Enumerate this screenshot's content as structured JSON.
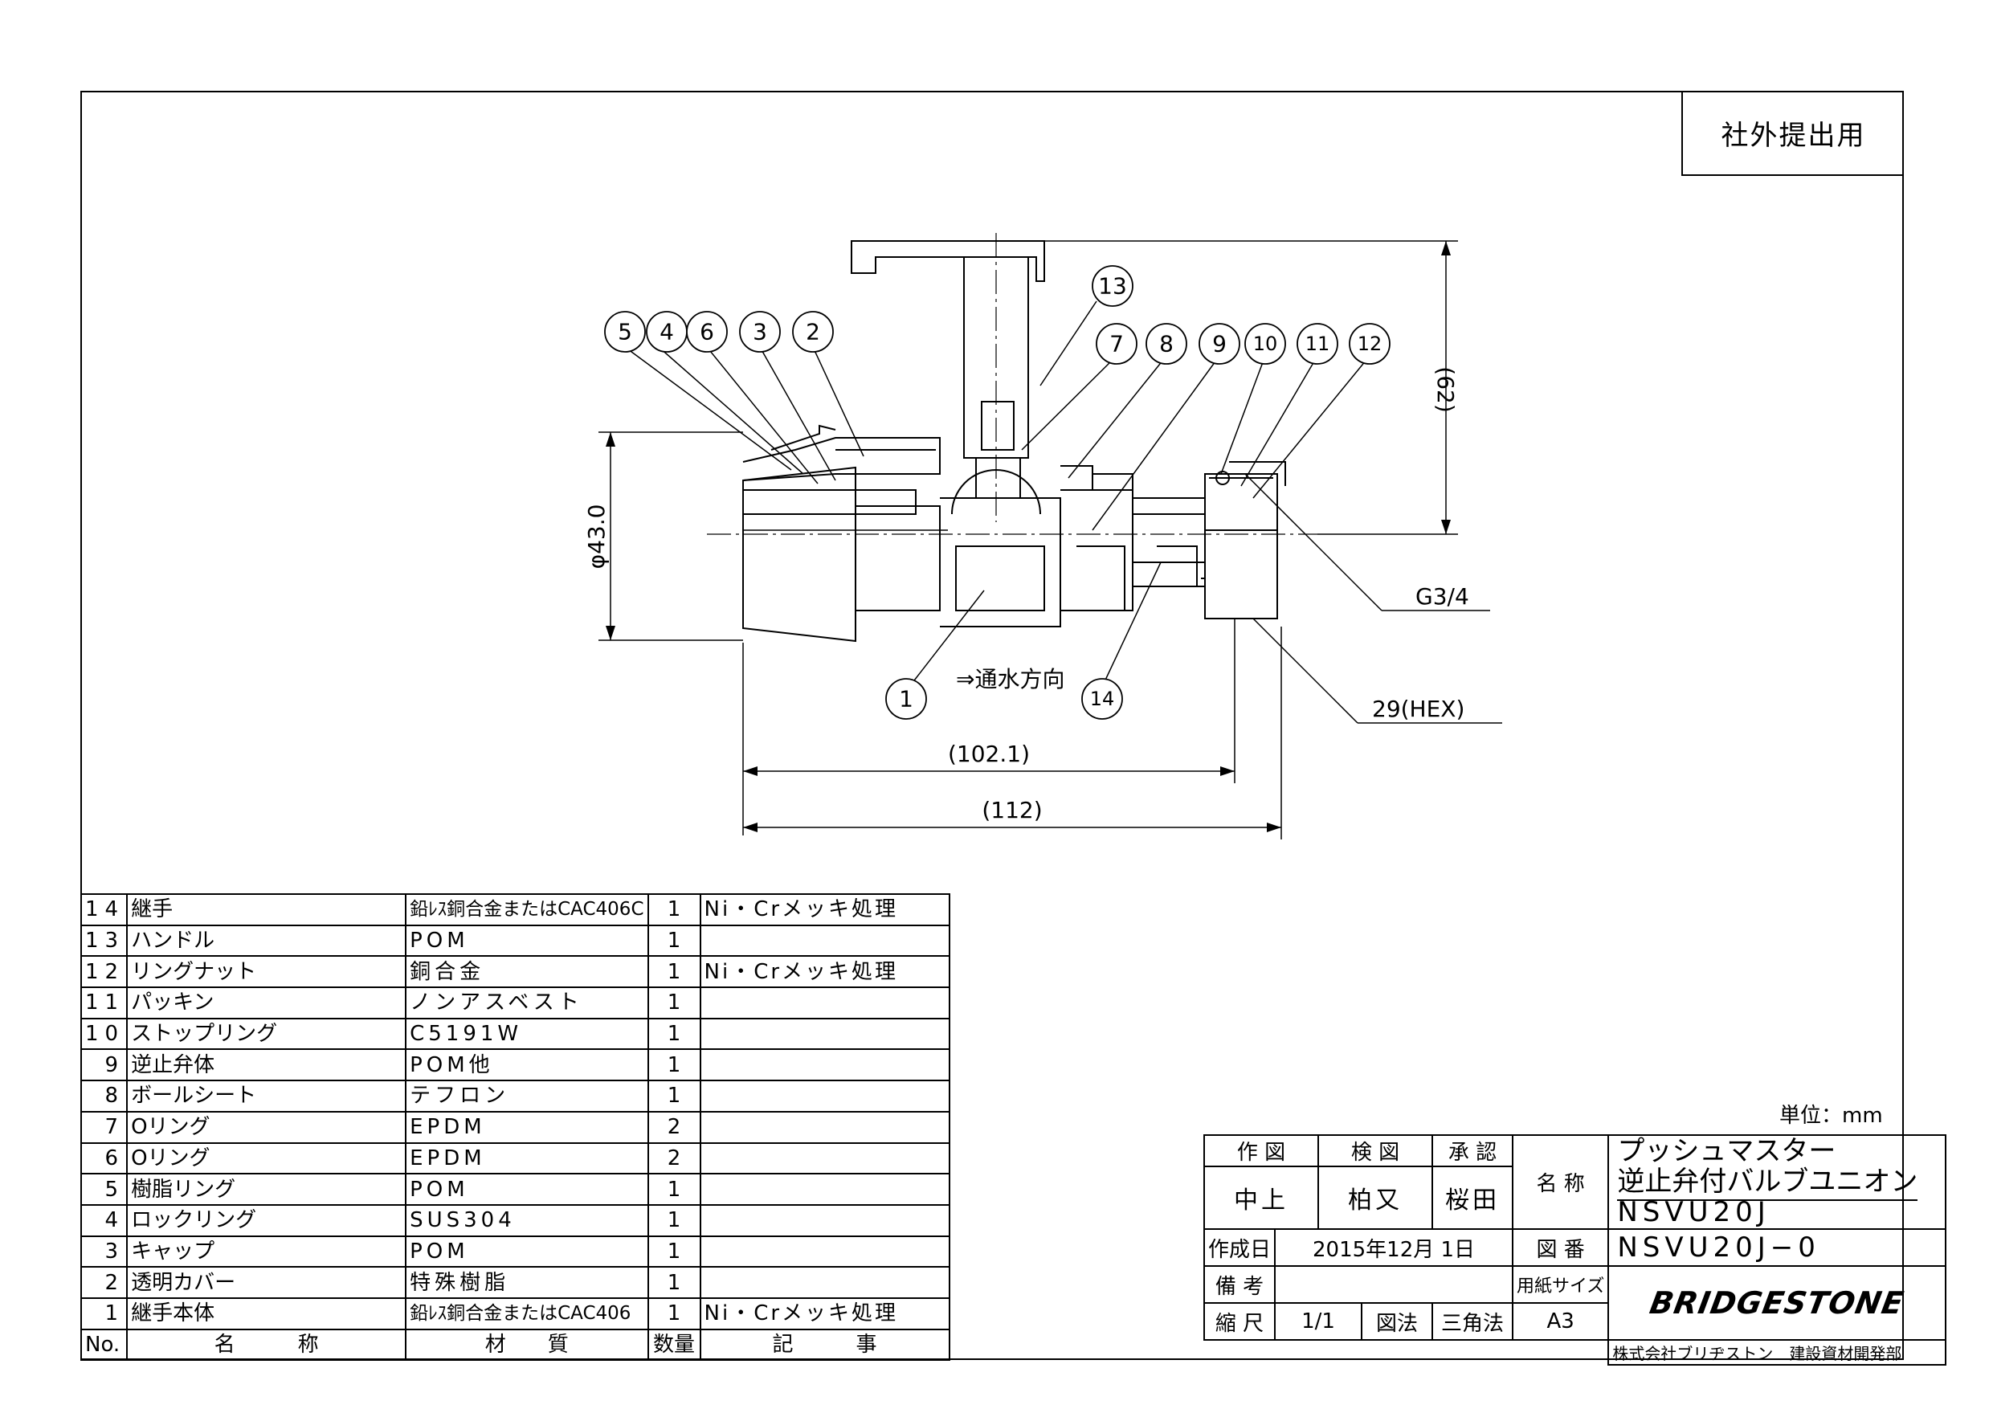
{
  "stamp": "社外提出用",
  "drawing": {
    "part_balloons": [
      "1",
      "2",
      "3",
      "4",
      "5",
      "6",
      "7",
      "8",
      "9",
      "10",
      "11",
      "12",
      "13",
      "14"
    ],
    "flow_direction": "⇒通水方向",
    "dim_diameter": "φ43.0",
    "dim_height": "(62)",
    "dim_thread": "G3/4",
    "dim_hex": "29(HEX)",
    "dim_length_inner": "(102.1)",
    "dim_length_total": "(112)"
  },
  "parts_list": {
    "headers": {
      "no": "No.",
      "name": "名　　　称",
      "material": "材　　質",
      "qty": "数量",
      "note": "記　　　事"
    },
    "rows": [
      {
        "no": "14",
        "name": "継手",
        "material": "鉛ﾚｽ銅合金またはCAC406C",
        "qty": "1",
        "note": "Ni・Crメッキ処理"
      },
      {
        "no": "13",
        "name": "ハンドル",
        "material": "POM",
        "qty": "1",
        "note": ""
      },
      {
        "no": "12",
        "name": "リングナット",
        "material": "銅合金",
        "qty": "1",
        "note": "Ni・Crメッキ処理"
      },
      {
        "no": "11",
        "name": "パッキン",
        "material": "ノンアスベスト",
        "qty": "1",
        "note": ""
      },
      {
        "no": "10",
        "name": "ストップリング",
        "material": "C5191W",
        "qty": "1",
        "note": ""
      },
      {
        "no": "9",
        "name": "逆止弁体",
        "material": "POM他",
        "qty": "1",
        "note": ""
      },
      {
        "no": "8",
        "name": "ボールシート",
        "material": "テフロン",
        "qty": "1",
        "note": ""
      },
      {
        "no": "7",
        "name": "Oリング",
        "material": "EPDM",
        "qty": "2",
        "note": ""
      },
      {
        "no": "6",
        "name": "Oリング",
        "material": "EPDM",
        "qty": "2",
        "note": ""
      },
      {
        "no": "5",
        "name": "樹脂リング",
        "material": "POM",
        "qty": "1",
        "note": ""
      },
      {
        "no": "4",
        "name": "ロックリング",
        "material": "SUS304",
        "qty": "1",
        "note": ""
      },
      {
        "no": "3",
        "name": "キャップ",
        "material": "POM",
        "qty": "1",
        "note": ""
      },
      {
        "no": "2",
        "name": "透明カバー",
        "material": "特殊樹脂",
        "qty": "1",
        "note": ""
      },
      {
        "no": "1",
        "name": "継手本体",
        "material": "鉛ﾚｽ銅合金またはCAC406",
        "qty": "1",
        "note": "Ni・Crメッキ処理"
      }
    ]
  },
  "unit_note": "単位：mm",
  "title_block": {
    "drawn_label": "作 図",
    "checked_label": "検 図",
    "approved_label": "承 認",
    "drawn_by": "中上",
    "checked_by": "柏又",
    "approved_by": "桜田",
    "name_label": "名 称",
    "title_line1": "プッシュマスター",
    "title_line2": "逆止弁付バルブユニオン",
    "title_line3": "NSVU20J",
    "created_label": "作成日",
    "created_date": "2015年12月 1日",
    "drawing_no_label": "図 番",
    "drawing_no": "NSVU20J−0",
    "remarks_label": "備 考",
    "remarks": "",
    "paper_label": "用紙サイズ",
    "paper_size": "A3",
    "scale_label": "縮 尺",
    "scale": "1/1",
    "projection_label": "図法",
    "projection": "三角法",
    "company_logo": "BRIDGESTONE",
    "company": "株式会社ブリヂストン　建設資材開発部"
  }
}
